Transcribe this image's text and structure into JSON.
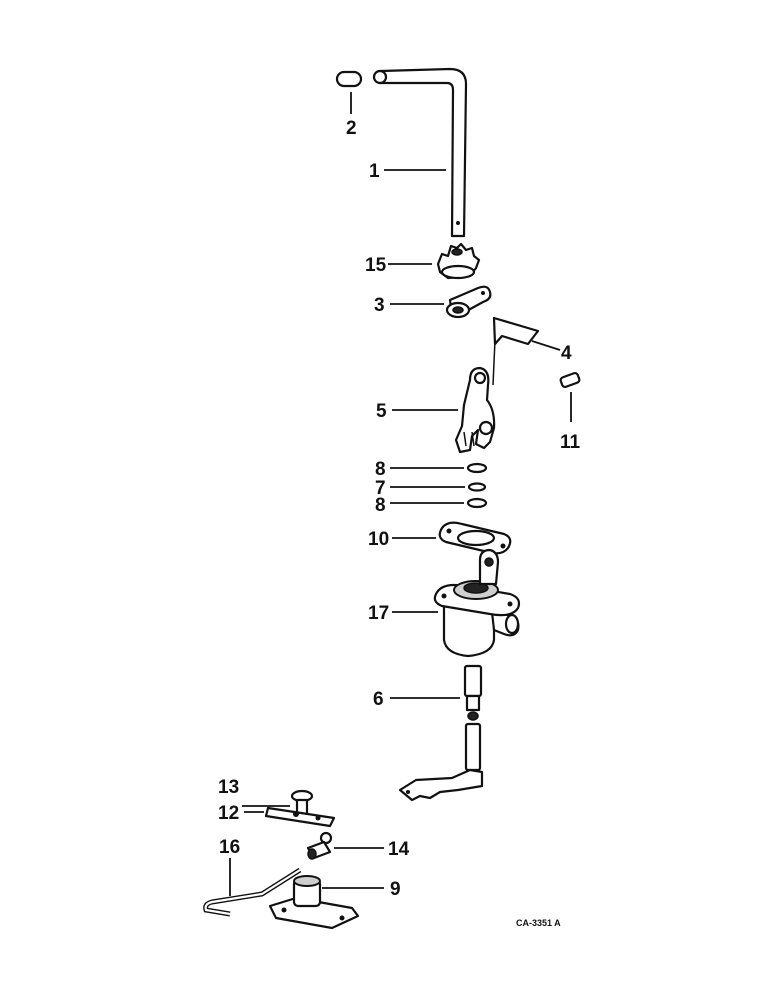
{
  "diagram": {
    "drawing_code": "CA-3351 A",
    "callouts": [
      "1",
      "2",
      "3",
      "4",
      "5",
      "6",
      "7",
      "8",
      "8",
      "9",
      "10",
      "11",
      "12",
      "13",
      "14",
      "15",
      "16",
      "17"
    ]
  },
  "parts": [
    {
      "ref": "1",
      "icon": "bent-rod-icon"
    },
    {
      "ref": "2",
      "icon": "knob-icon"
    },
    {
      "ref": "3",
      "icon": "lever-arm-icon"
    },
    {
      "ref": "4",
      "icon": "bracket-icon"
    },
    {
      "ref": "5",
      "icon": "fork-lever-icon"
    },
    {
      "ref": "6",
      "icon": "shaft-icon"
    },
    {
      "ref": "7",
      "icon": "o-ring-icon"
    },
    {
      "ref": "8",
      "icon": "o-ring-icon"
    },
    {
      "ref": "9",
      "icon": "base-plate-icon"
    },
    {
      "ref": "10",
      "icon": "gasket-icon"
    },
    {
      "ref": "11",
      "icon": "pin-icon"
    },
    {
      "ref": "12",
      "icon": "link-plate-icon"
    },
    {
      "ref": "13",
      "icon": "bolt-icon"
    },
    {
      "ref": "14",
      "icon": "clevis-pin-icon"
    },
    {
      "ref": "15",
      "icon": "wire-rod-icon"
    },
    {
      "ref": "16",
      "icon": "gear-icon"
    },
    {
      "ref": "17",
      "icon": "valve-housing-icon"
    }
  ]
}
